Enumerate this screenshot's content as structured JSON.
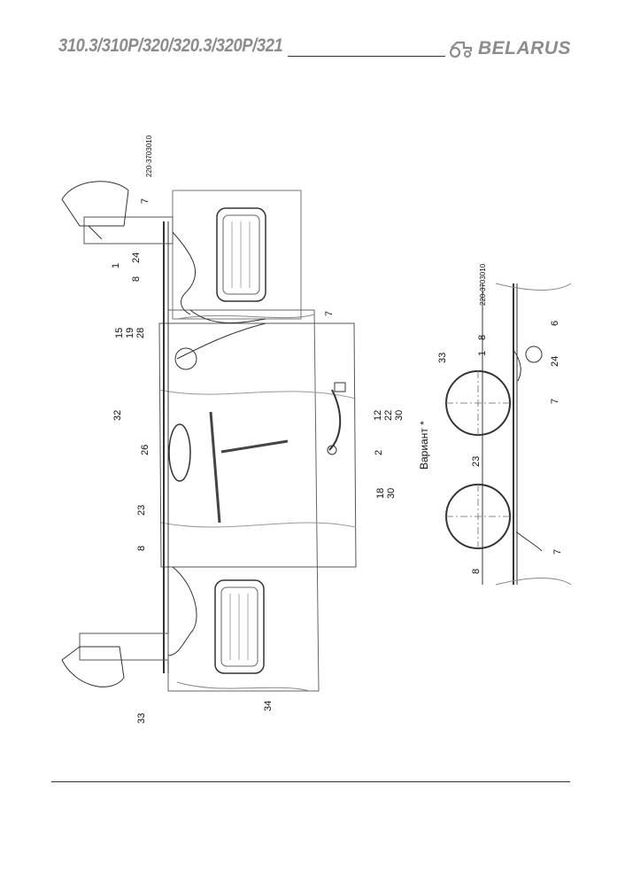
{
  "header": {
    "models": "310.3/310P/320/320.3/320P/321",
    "brand": "BELARUS",
    "logo_icon": "tractor-icon",
    "accent_color": "#8c8c8c"
  },
  "drawing": {
    "variant_label": "Вариант *",
    "part_code_main": "220-3703010",
    "part_code_variant": "220-3703010",
    "callouts_main": [
      "1",
      "7",
      "24",
      "8",
      "15",
      "19",
      "28",
      "32",
      "7",
      "12",
      "22",
      "30",
      "26",
      "2",
      "18",
      "30",
      "23",
      "8",
      "33",
      "34"
    ],
    "callouts_variant": [
      "33",
      "1",
      "8",
      "6",
      "24",
      "7",
      "23",
      "8",
      "7"
    ]
  }
}
